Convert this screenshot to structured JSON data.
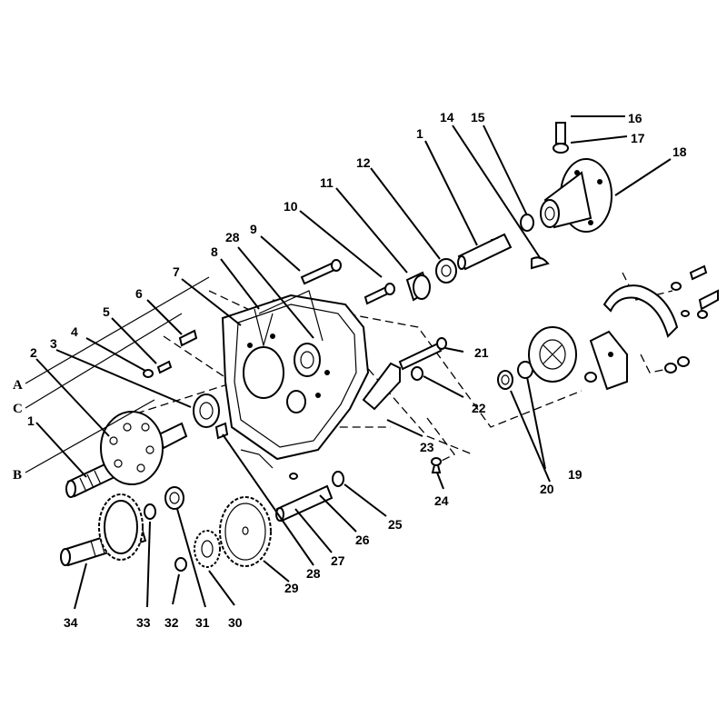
{
  "diagram": {
    "callouts": [
      "1",
      "2",
      "3",
      "4",
      "5",
      "6",
      "7",
      "8",
      "9",
      "10",
      "11",
      "12",
      "1",
      "14",
      "15",
      "16",
      "17",
      "18",
      "28",
      "21",
      "22",
      "23",
      "24",
      "25",
      "26",
      "27",
      "28",
      "29",
      "30",
      "31",
      "32",
      "33",
      "34",
      "19",
      "20",
      "1"
    ],
    "reference_letters": [
      "A",
      "C",
      "B"
    ]
  }
}
